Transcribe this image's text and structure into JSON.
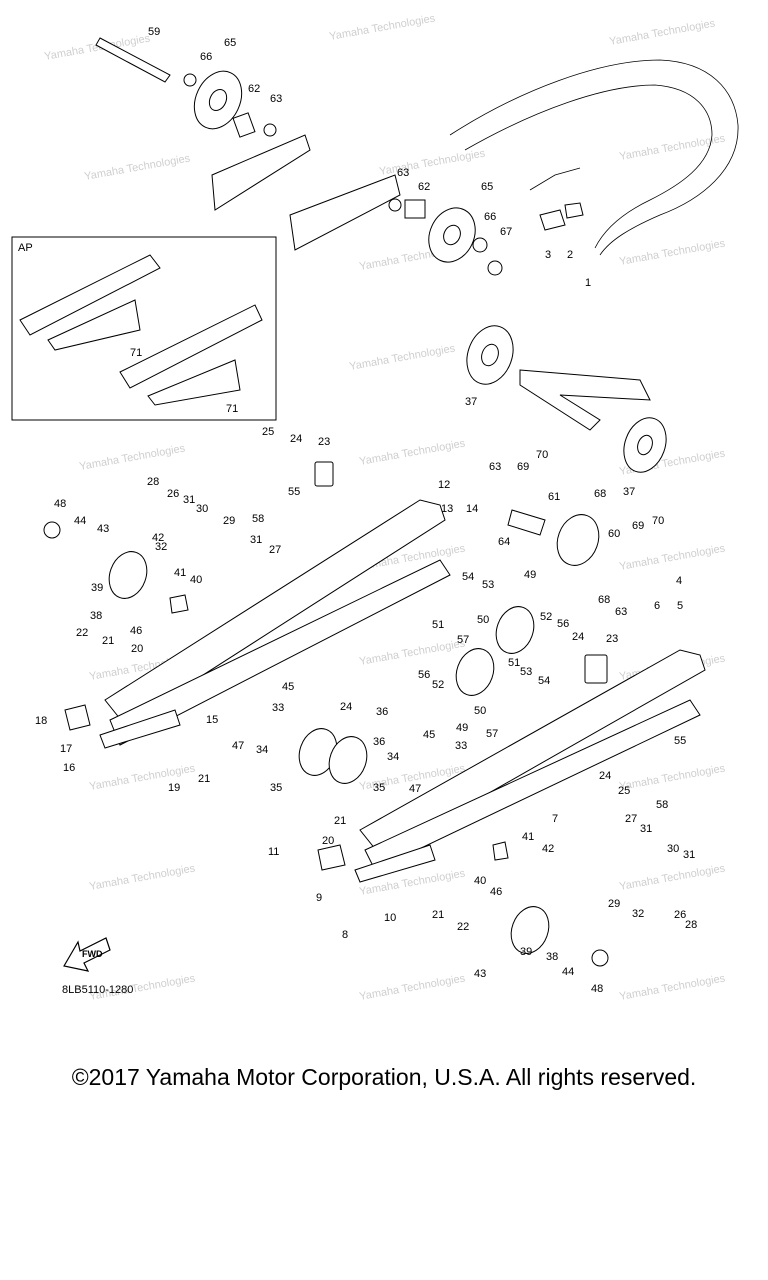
{
  "diagram": {
    "code": "8LB5110-1280",
    "fwd_label": "FWD",
    "inset_label": "AP",
    "watermark": "Yamaha Technologies",
    "part_labels": [
      "59",
      "65",
      "66",
      "62",
      "63",
      "63",
      "62",
      "65",
      "66",
      "67",
      "2",
      "3",
      "1",
      "71",
      "71",
      "37",
      "37",
      "25",
      "24",
      "23",
      "12",
      "13",
      "14",
      "63",
      "69",
      "70",
      "61",
      "64",
      "68",
      "60",
      "69",
      "70",
      "28",
      "26",
      "31",
      "30",
      "29",
      "48",
      "44",
      "43",
      "42",
      "41",
      "32",
      "31",
      "27",
      "55",
      "58",
      "39",
      "38",
      "40",
      "46",
      "22",
      "21",
      "20",
      "18",
      "17",
      "16",
      "19",
      "21",
      "15",
      "47",
      "45",
      "33",
      "34",
      "35",
      "36",
      "36",
      "35",
      "34",
      "45",
      "33",
      "47",
      "24",
      "54",
      "53",
      "49",
      "50",
      "51",
      "57",
      "52",
      "56",
      "24",
      "23",
      "56",
      "52",
      "50",
      "49",
      "51",
      "53",
      "54",
      "57",
      "4",
      "6",
      "5",
      "68",
      "63",
      "55",
      "58",
      "24",
      "25",
      "7",
      "27",
      "31",
      "30",
      "31",
      "28",
      "26",
      "32",
      "29",
      "41",
      "42",
      "40",
      "46",
      "39",
      "38",
      "43",
      "44",
      "48",
      "11",
      "20",
      "21",
      "9",
      "8",
      "10",
      "21",
      "22"
    ]
  },
  "copyright": "©2017 Yamaha Motor Corporation, U.S.A. All rights reserved."
}
